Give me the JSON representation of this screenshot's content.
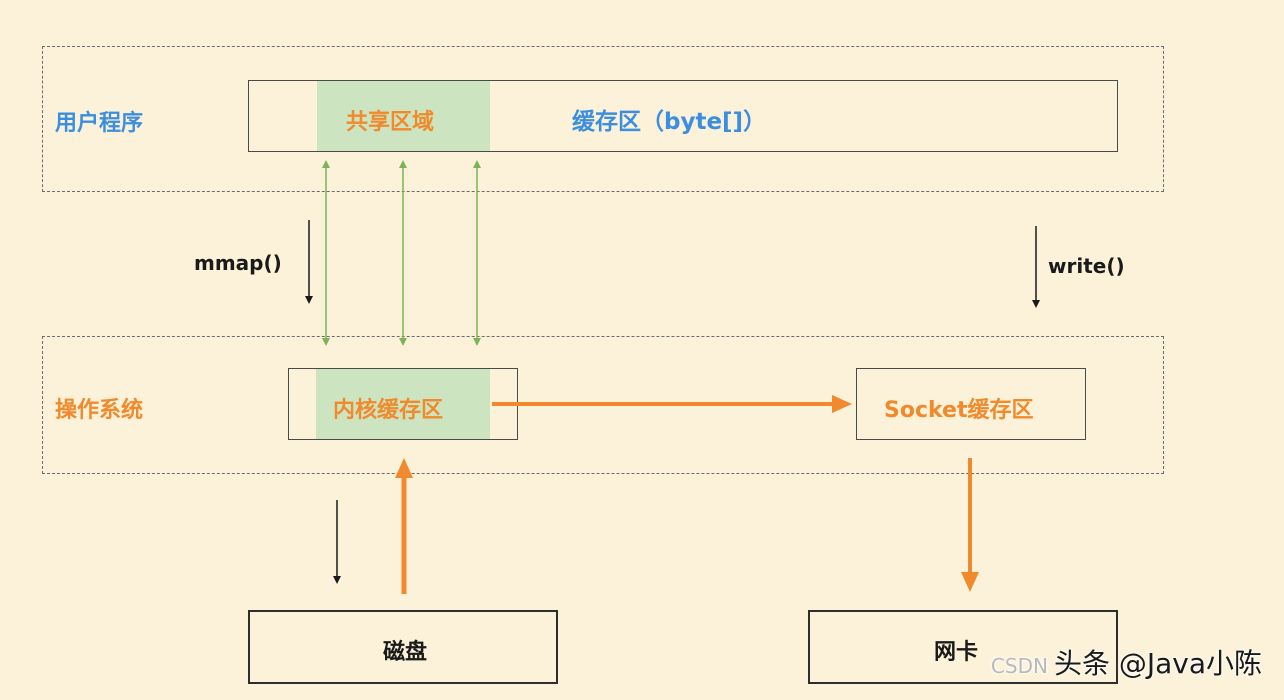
{
  "user_program": {
    "label": "用户程序",
    "shared_region": "共享区域",
    "buffer_label": "缓存区（byte[]）"
  },
  "operating_system": {
    "label": "操作系统",
    "kernel_buffer": "内核缓存区",
    "socket_buffer": "Socket缓存区"
  },
  "calls": {
    "mmap": "mmap()",
    "write": "write()"
  },
  "devices": {
    "disk": "磁盘",
    "nic": "网卡"
  },
  "watermark": {
    "prefix": "CSDN",
    "text": "头条 @Java小陈"
  },
  "colors": {
    "background": "#fcf2d9",
    "orange": "#f08a2c",
    "blue": "#3c8fe0",
    "green_fill": "#cde4c1",
    "green_arrow": "#7cb25a"
  }
}
